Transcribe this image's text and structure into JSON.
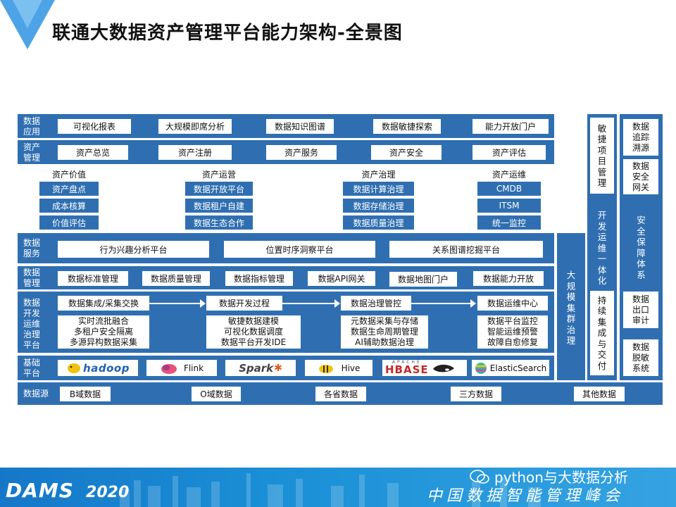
{
  "title": "联通大数据资产管理平台能力架构-全景图",
  "rows": {
    "app": {
      "label": [
        "数据",
        "应用"
      ],
      "items": [
        "可视化报表",
        "大规模即席分析",
        "数据知识图谱",
        "数据敏捷探索",
        "能力开放门户"
      ]
    },
    "asset": {
      "label": [
        "资产",
        "管理"
      ],
      "items": [
        "资产总览",
        "资产注册",
        "资产服务",
        "资产安全",
        "资产评估"
      ]
    },
    "categories": [
      {
        "title": "资产价值",
        "items": [
          "资产盘点",
          "成本核算",
          "价值评估"
        ]
      },
      {
        "title": "资产运营",
        "items": [
          "数据开放平台",
          "数据租户自建",
          "数据生态合作"
        ]
      },
      {
        "title": "资产治理",
        "items": [
          "数据计算治理",
          "数据存储治理",
          "数据质量治理"
        ]
      },
      {
        "title": "资产运维",
        "items": [
          "CMDB",
          "ITSM",
          "统一监控"
        ]
      }
    ],
    "service": {
      "label": [
        "数据",
        "服务"
      ],
      "items": [
        "行为兴趣分析平台",
        "位置时序洞察平台",
        "关系图谱挖掘平台"
      ]
    },
    "datamgmt": {
      "label": [
        "数据",
        "管理"
      ],
      "items": [
        "数据标准管理",
        "数据质量管理",
        "数据指标管理",
        "数据API网关",
        "数据地图门户",
        "数据能力开放"
      ]
    },
    "devops": {
      "label": [
        "数据",
        "开发",
        "运维",
        "治理",
        "平台"
      ],
      "stages": [
        "数据集成/采集交换",
        "数据开发过程",
        "数据治理管控",
        "数据运维中心"
      ],
      "details": [
        [
          "实时流批融合",
          "多租户安全隔离",
          "多源异构数据采集"
        ],
        [
          "敏捷数据建模",
          "可视化数据调度",
          "数据平台开发IDE"
        ],
        [
          "元数据采集与存储",
          "数据生命周期管理",
          "AI辅助数据治理"
        ],
        [
          "数据平台监控",
          "智能运维预警",
          "故障自愈修复"
        ]
      ]
    },
    "infra": {
      "label": [
        "基础",
        "平台"
      ],
      "items": [
        "hadoop",
        "Flink",
        "Spark",
        "Hive",
        "HBASE",
        "ElasticSearch"
      ],
      "apache_small": "APACHE"
    },
    "source": {
      "label": "数据源",
      "items": [
        "B域数据",
        "O域数据",
        "各省数据",
        "三方数据",
        "其他数据"
      ]
    }
  },
  "side": {
    "cluster": [
      "大",
      "规",
      "模",
      "集",
      "群",
      "治",
      "理"
    ],
    "agile": [
      "敏",
      "捷",
      "项",
      "目",
      "管",
      "理"
    ],
    "devops_integ": [
      "开",
      "发",
      "运",
      "维",
      "一",
      "体",
      "化"
    ],
    "ci": [
      "持",
      "续",
      "集",
      "成",
      "与",
      "交",
      "付"
    ],
    "security": {
      "trace": [
        "数据",
        "追踪",
        "溯源"
      ],
      "gateway": [
        "数据",
        "安全",
        "网关"
      ],
      "system": [
        "安",
        "全",
        "保",
        "障",
        "体",
        "系"
      ],
      "export": [
        "数据",
        "出口",
        "审计"
      ],
      "masking": [
        "数据",
        "脱敏",
        "系统"
      ]
    }
  },
  "footer": {
    "logo": "DAMS",
    "year": "2020",
    "watermark": "python与大数据分析",
    "slogan": "中国数据智能管理峰会"
  },
  "colors": {
    "primary": "#2f6fb1",
    "light": "#3a7fc4",
    "footer": "#1a8fd6",
    "hadoop": "#f4c20d",
    "hbase": "#c62828"
  }
}
